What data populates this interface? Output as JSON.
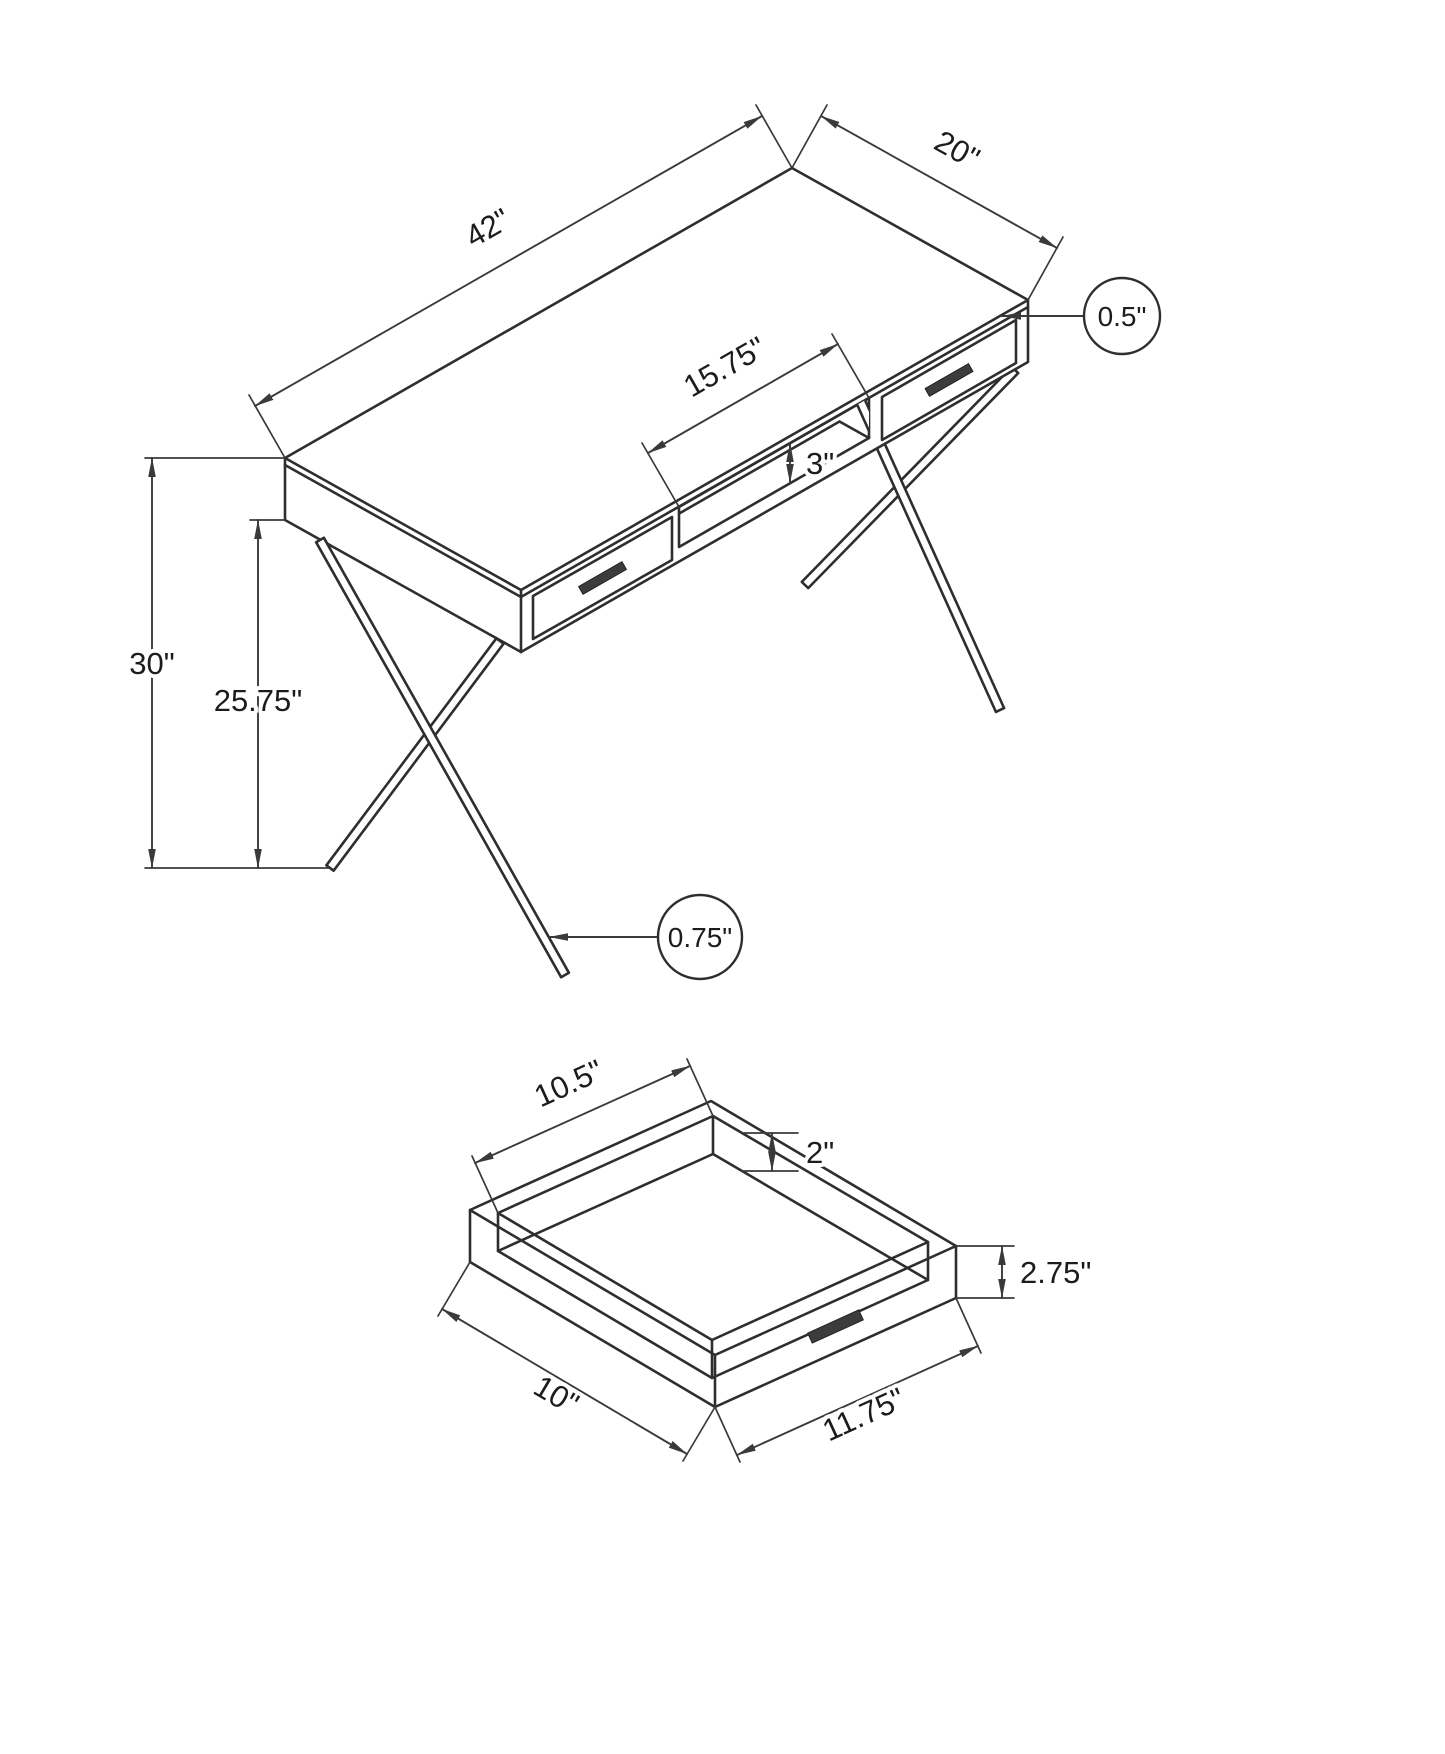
{
  "desk": {
    "dims": {
      "length": "42\"",
      "depth": "20\"",
      "top_thickness": "0.5\"",
      "shelf_width": "15.75\"",
      "shelf_opening_height": "3\"",
      "overall_height": "30\"",
      "floor_clearance": "25.75\"",
      "leg_tube": "0.75\""
    }
  },
  "drawer": {
    "dims": {
      "inner_width": "10.5\"",
      "inner_depth": "2\"",
      "front_height": "2.75\"",
      "side_length": "10\"",
      "front_width": "11.75\""
    }
  }
}
